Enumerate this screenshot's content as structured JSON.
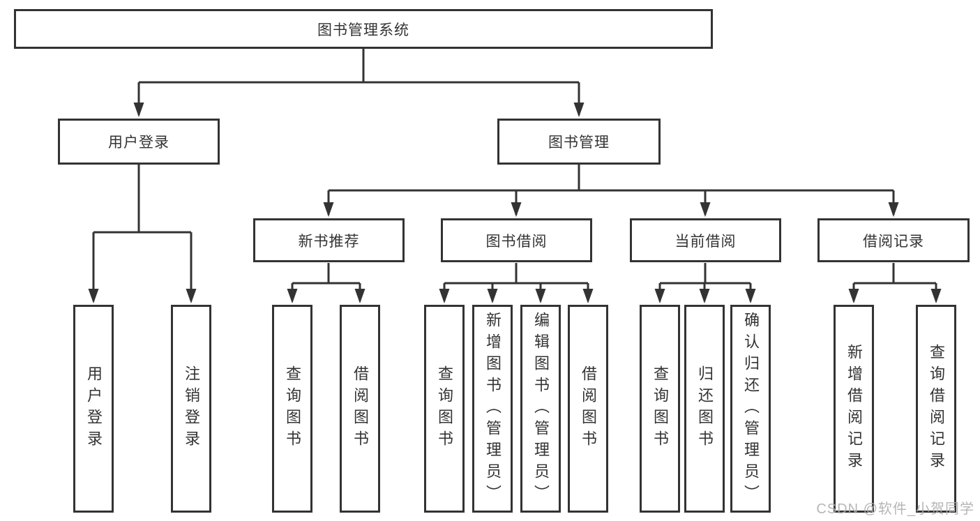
{
  "diagram": {
    "root": {
      "label": "图书管理系统"
    },
    "branches": [
      {
        "label": "用户登录",
        "leaves": [
          {
            "label": "用户登录"
          },
          {
            "label": "注销登录"
          }
        ]
      },
      {
        "label": "图书管理",
        "sections": [
          {
            "label": "新书推荐",
            "leaves": [
              {
                "label": "查询图书"
              },
              {
                "label": "借阅图书"
              }
            ]
          },
          {
            "label": "图书借阅",
            "leaves": [
              {
                "label": "查询图书"
              },
              {
                "label": "新增图书（管理员）"
              },
              {
                "label": "编辑图书（管理员）"
              },
              {
                "label": "借阅图书"
              }
            ]
          },
          {
            "label": "当前借阅",
            "leaves": [
              {
                "label": "查询图书"
              },
              {
                "label": "归还图书"
              },
              {
                "label": "确认归还（管理员）"
              }
            ]
          },
          {
            "label": "借阅记录",
            "leaves": [
              {
                "label": "新增借阅记录"
              },
              {
                "label": "查询借阅记录"
              }
            ]
          }
        ]
      }
    ]
  },
  "watermark": {
    "text": "CSDN @软件_小贺同学"
  },
  "colors": {
    "line": "#333333",
    "text": "#333333",
    "watermark": "#b0b0b0",
    "background": "#ffffff"
  }
}
